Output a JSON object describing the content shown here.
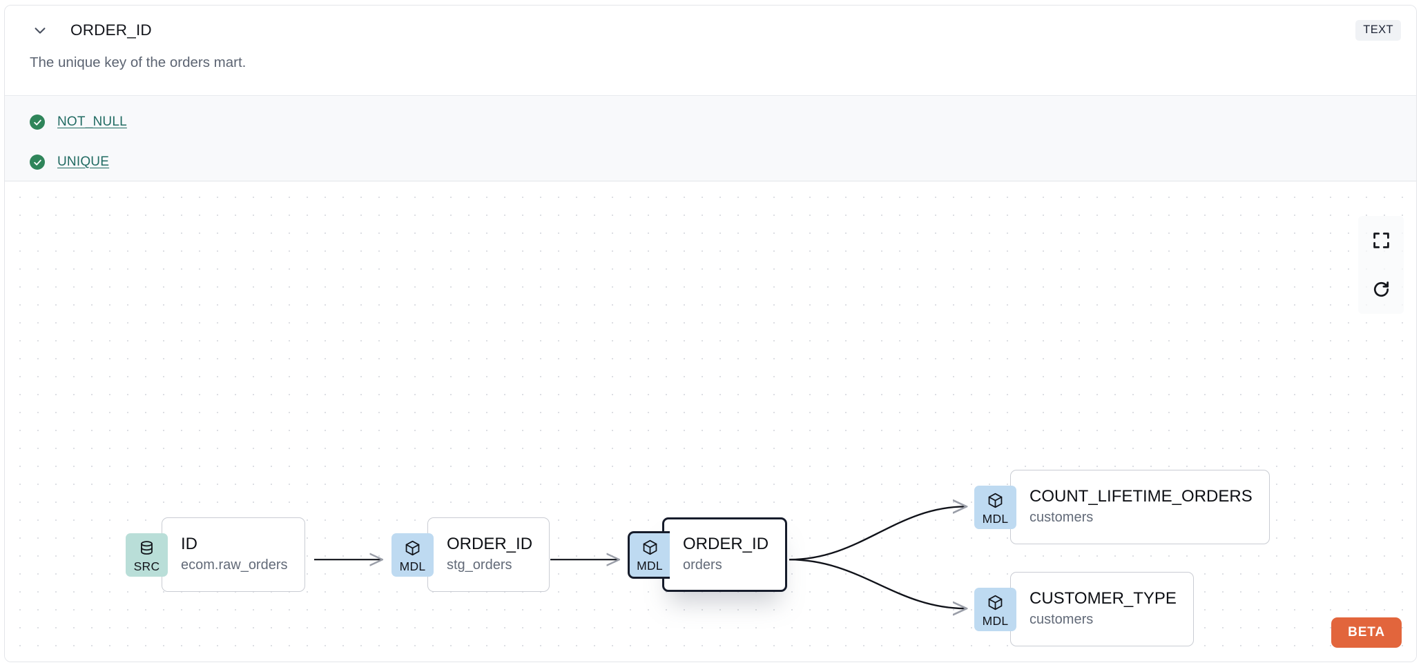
{
  "header": {
    "collapse_icon": "chevron-down-icon",
    "title": "ORDER_ID",
    "type_badge": "TEXT"
  },
  "description": {
    "text": "The unique key of the orders mart."
  },
  "tests": {
    "items": [
      {
        "status_icon": "check-circle-icon",
        "label": "NOT_NULL",
        "status": "passed"
      },
      {
        "status_icon": "check-circle-icon",
        "label": "UNIQUE",
        "status": "passed"
      }
    ]
  },
  "lineage": {
    "nodes": [
      {
        "id": "src-id",
        "badge": "SRC",
        "badge_icon": "database-icon",
        "name": "ID",
        "resource": "ecom.raw_orders",
        "selected": false
      },
      {
        "id": "stg-order-id",
        "badge": "MDL",
        "badge_icon": "cube-icon",
        "name": "ORDER_ID",
        "resource": "stg_orders",
        "selected": false
      },
      {
        "id": "orders-order-id",
        "badge": "MDL",
        "badge_icon": "cube-icon",
        "name": "ORDER_ID",
        "resource": "orders",
        "selected": true
      },
      {
        "id": "count-lifetime",
        "badge": "MDL",
        "badge_icon": "cube-icon",
        "name": "COUNT_LIFETIME_ORDERS",
        "resource": "customers",
        "selected": false
      },
      {
        "id": "customer-type",
        "badge": "MDL",
        "badge_icon": "cube-icon",
        "name": "CUSTOMER_TYPE",
        "resource": "customers",
        "selected": false
      }
    ],
    "edges": [
      {
        "from": "src-id",
        "to": "stg-order-id"
      },
      {
        "from": "stg-order-id",
        "to": "orders-order-id"
      },
      {
        "from": "orders-order-id",
        "to": "count-lifetime"
      },
      {
        "from": "orders-order-id",
        "to": "customer-type"
      }
    ]
  },
  "controls": {
    "fit_view_icon": "fit-view-icon",
    "refresh_icon": "refresh-icon"
  },
  "beta": {
    "label": "BETA"
  },
  "colors": {
    "src_badge": "#b9ded8",
    "mdl_badge": "#bedaf1",
    "test_pass": "#2f855a",
    "test_link": "#216b62",
    "beta": "#e2653c",
    "selected_border": "#161c2b",
    "type_badge_bg": "#f0f2f5"
  }
}
